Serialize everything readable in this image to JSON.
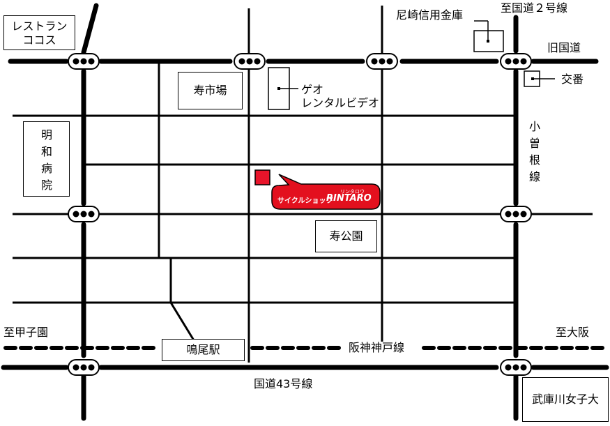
{
  "landmarks": {
    "restaurant": "レストラン\nココス",
    "amagasaki_bank": "尼崎信用金庫",
    "route2": "至国道２号線",
    "old_national_road": "旧国道",
    "police_box": "交番",
    "kotobuki_market": "寿市場",
    "geo_video": "ゲオ\nレンタルビデオ",
    "meiwa_hospital": "明\n和\n病\n院",
    "ozone_line": "小\n曽\n根\n線",
    "kotobuki_park": "寿公園",
    "naruo_station": "鳴尾駅",
    "to_koshien": "至甲子園",
    "to_osaka": "至大阪",
    "hanshin_line": "阪神神戸線",
    "route43": "国道43号線",
    "mukogawa_univ": "武庫川女子大"
  },
  "shop": {
    "label": "サイクルショップ",
    "logo": "RINTARO",
    "logo_ruby": "リンタロウ",
    "marker_color": "#e8142a",
    "callout_color": "#e3101e"
  }
}
